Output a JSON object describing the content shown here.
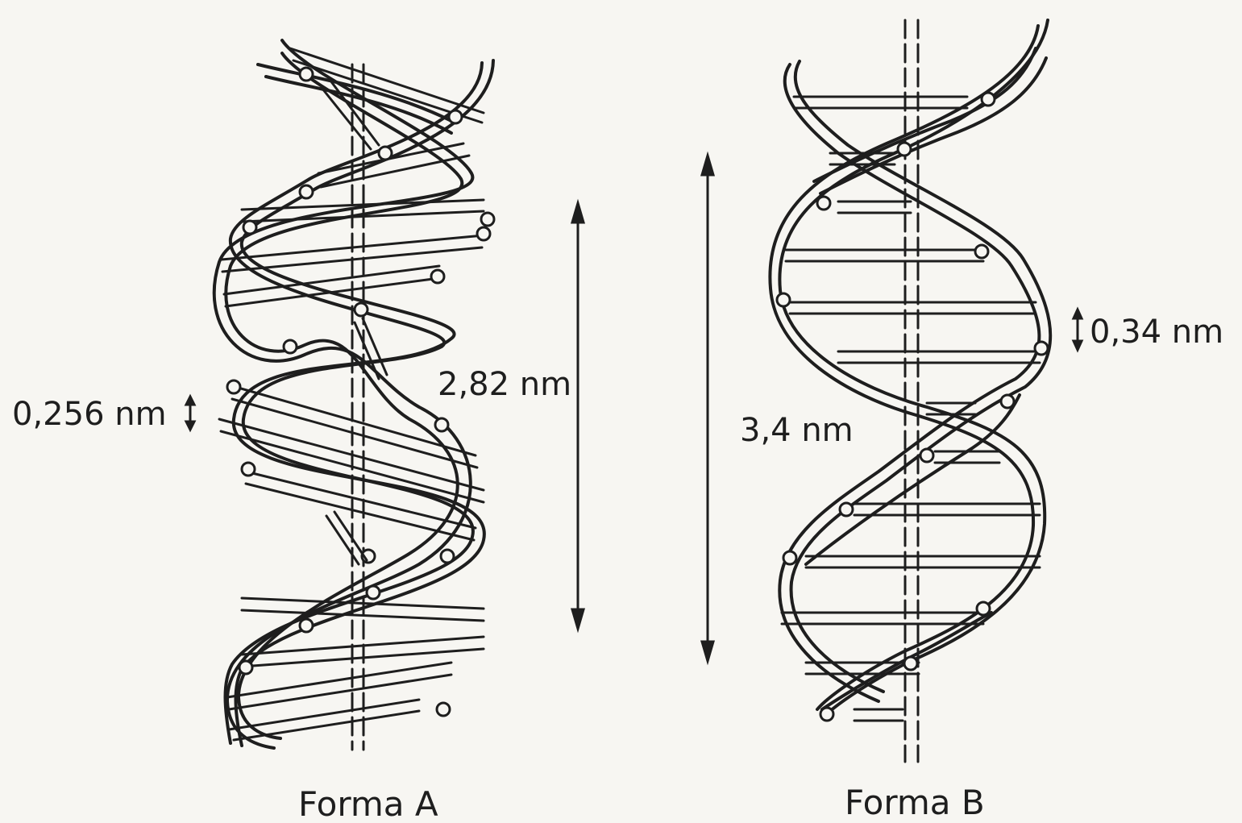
{
  "form_a": {
    "caption": "Forma A",
    "pitch_label": "2,82 nm",
    "rise_label": "0,256 nm"
  },
  "form_b": {
    "caption": "Forma B",
    "pitch_label": "3,4 nm",
    "rise_label": "0,34 nm"
  },
  "colors": {
    "ink": "#1e1e1e",
    "paper": "#f7f6f2"
  }
}
